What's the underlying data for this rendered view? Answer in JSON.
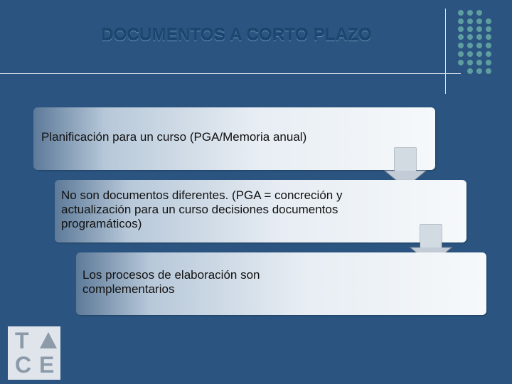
{
  "slide": {
    "title": "DOCUMENTOS A CORTO PLAZO",
    "steps": [
      "Planificación para un curso (PGA/Memoria anual)",
      "No son documentos diferentes. (PGA = concreción y actualización para un curso decisiones documentos programáticos)",
      "Los procesos de elaboración son complementarios"
    ]
  },
  "logo": {
    "letters": [
      "T",
      "C",
      "E"
    ],
    "icon": "triangle-icon"
  },
  "colors": {
    "background": "#2b5580",
    "title": "#1d4670",
    "dots": "#5f9ea0",
    "arrow": "#b9c3cd"
  }
}
